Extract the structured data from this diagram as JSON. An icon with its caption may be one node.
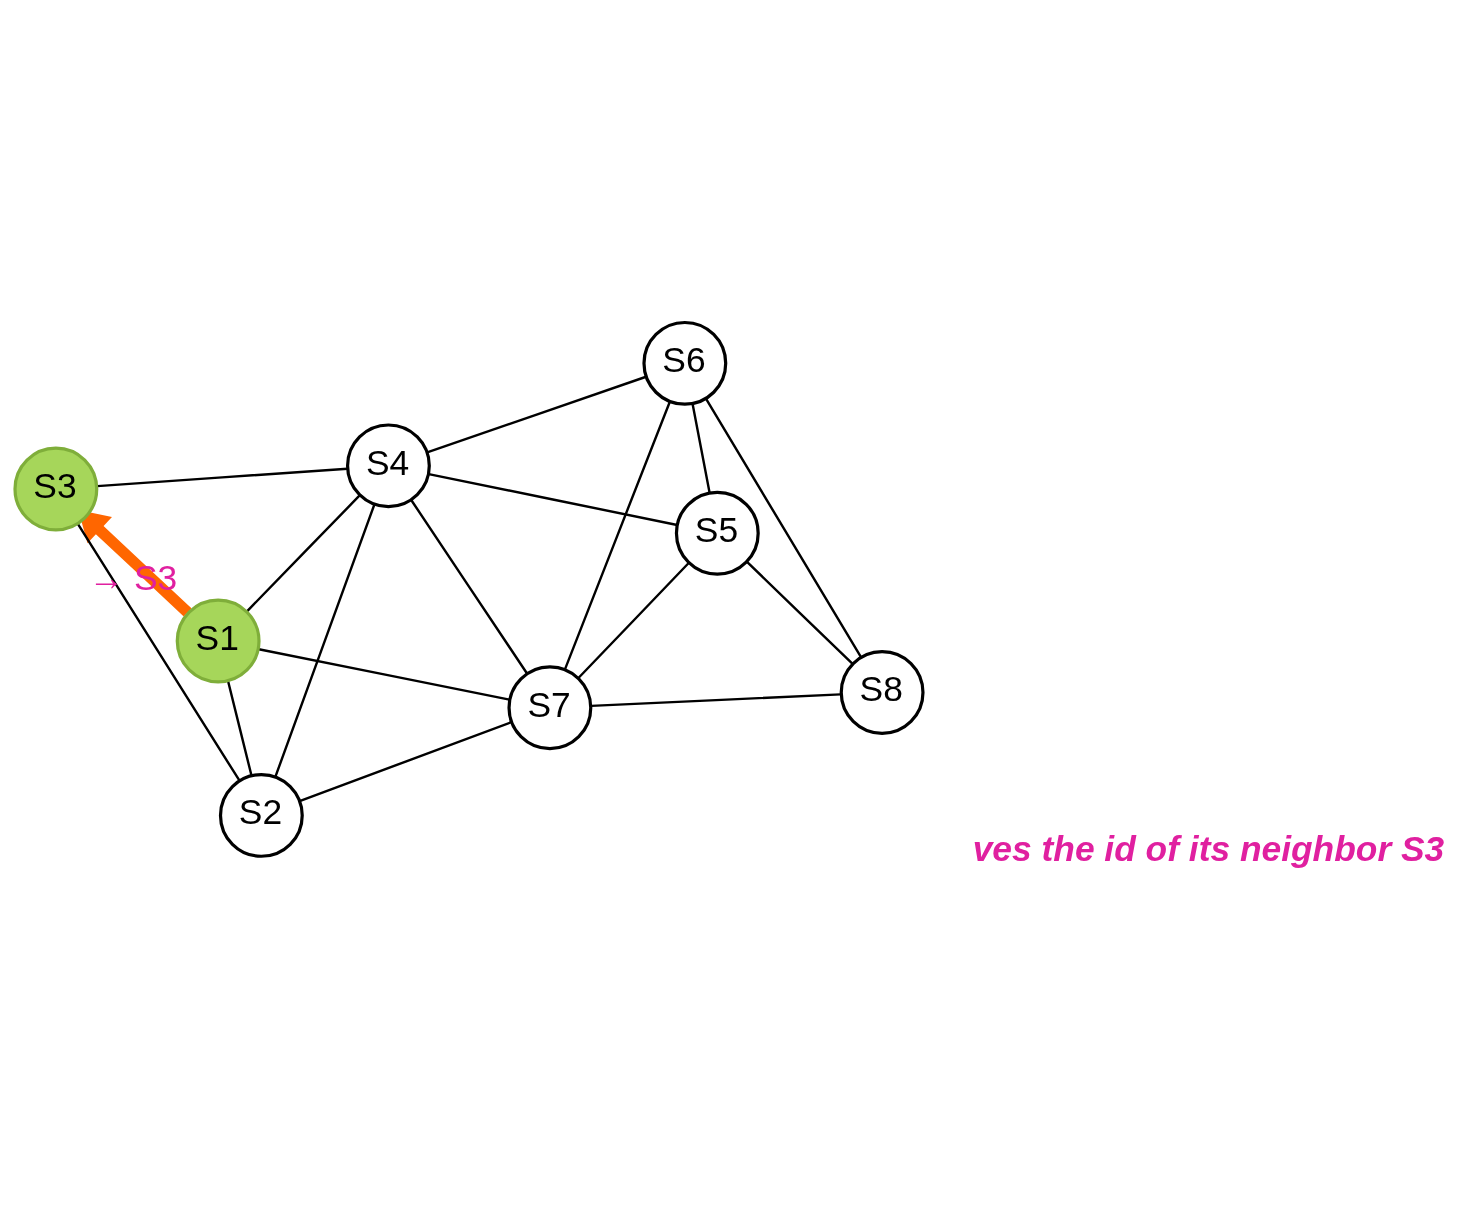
{
  "diagram": {
    "nodes": [
      {
        "text": [
          "S1"
        ],
        "beside": [
          "→ S3"
        ]
      },
      {
        "text": [
          "S2"
        ]
      },
      {
        "text": [
          "S3"
        ]
      },
      {
        "text": [
          "S4"
        ]
      },
      {
        "text": [
          "S5"
        ]
      },
      {
        "text": [
          "S6"
        ]
      },
      {
        "text": [
          "S7"
        ]
      },
      {
        "text": [
          "S8"
        ]
      }
    ],
    "edges": [
      {
        "from": 0,
        "to": 2,
        "arrow": "to",
        "style": "thick",
        "color": "#ff6600"
      },
      {
        "from": 2,
        "to": 1,
        "arrow": "none"
      },
      {
        "from": 2,
        "to": 3,
        "arrow": "none"
      },
      {
        "from": 0,
        "to": 3,
        "arrow": "none"
      },
      {
        "from": 0,
        "to": 1,
        "arrow": "none"
      },
      {
        "from": 0,
        "to": 6,
        "arrow": "none"
      },
      {
        "from": 1,
        "to": 3,
        "arrow": "none"
      },
      {
        "from": 1,
        "to": 6,
        "arrow": "none"
      },
      {
        "from": 3,
        "to": 6,
        "arrow": "none"
      },
      {
        "from": 3,
        "to": 5,
        "arrow": "none"
      },
      {
        "from": 3,
        "to": 4,
        "arrow": "none"
      },
      {
        "from": 4,
        "to": 6,
        "arrow": "none"
      },
      {
        "from": 4,
        "to": 5,
        "arrow": "none"
      },
      {
        "from": 4,
        "to": 7,
        "arrow": "none"
      },
      {
        "from": 6,
        "to": 5,
        "arrow": "none"
      },
      {
        "from": 6,
        "to": 7,
        "arrow": "none"
      },
      {
        "from": 5,
        "to": 7,
        "arrow": "none"
      }
    ],
    "labels": [
      "ves the id of its neighbor S3"
    ]
  }
}
